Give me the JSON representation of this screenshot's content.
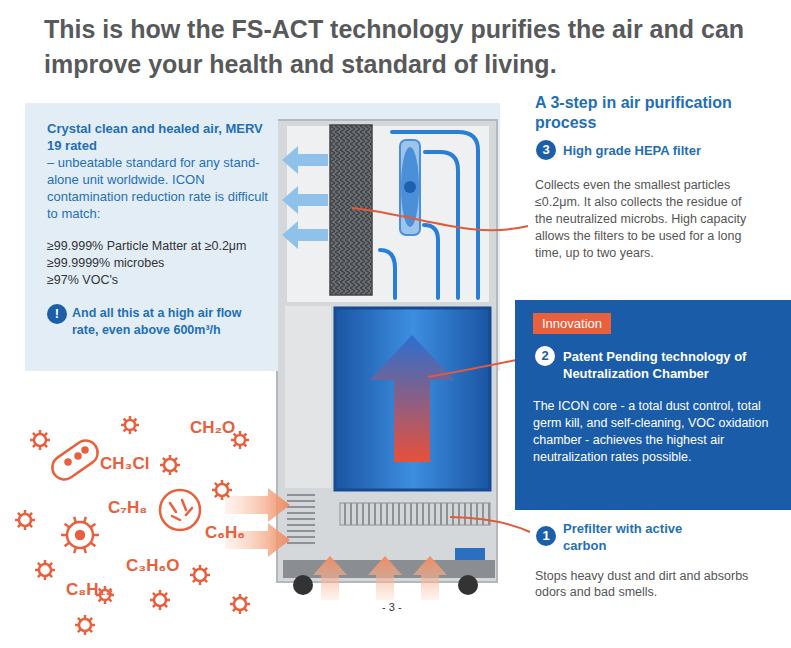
{
  "diagram": {
    "title": "This is how the FS-ACT technology purifies the air and can improve your health and standard of living.",
    "nodes": [
      {
        "text": [
          "Crystal clean and healed air, MERV 19 rated",
          "– unbeatable standard for any stand-alone unit worldwide. ICON contamination reduction rate is difficult to match:",
          "≥99.999% Particle Matter at ≥0.2μm",
          "≥99.9999% microbes",
          "≥97% VOC's",
          "And all this at a high air flow rate, even above 600m³/h"
        ]
      },
      {
        "text": [
          "Patent Pending technology of Neutralization Chamber",
          "The ICON core - a total dust control, total germ kill, and self-cleaning, VOC oxidation chamber - achieves the highest air neutralization rates possible."
        ]
      },
      {
        "text": [
          "Innovation"
        ],
        "in": 1
      }
    ],
    "labels": [
      "A 3-step in air purification process",
      "3",
      "High grade HEPA filter",
      "Collects even the smallest particles ≤0.2μm. It also collects the residue of the neutralized microbs. High capacity allows the filters to be used for a long time, up to two years.",
      "2",
      "1",
      "Prefilter with active carbon",
      "Stops heavy dust and dirt and absorbs odors and bad smells.",
      "!",
      "CH₂O",
      "CH₃Cl",
      "C₇H₈",
      "C₆H₆",
      "C₃H₆O",
      "C₈H₁₈",
      "- 3 -"
    ]
  }
}
